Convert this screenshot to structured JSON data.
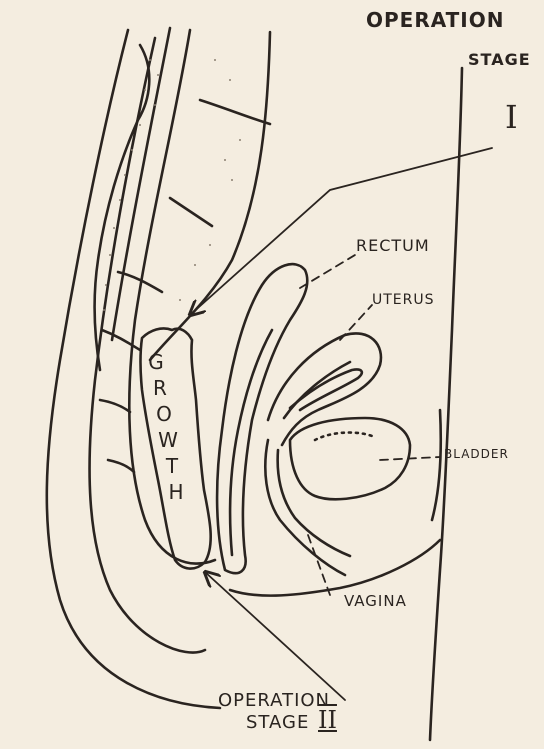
{
  "labels": {
    "operation_stage_1_line1": "OPERATION",
    "operation_stage_1_line2": "STAGE",
    "operation_stage_1_numeral": "I",
    "rectum": "RECTUM",
    "uterus": "UTERUS",
    "bladder": "BLADDER",
    "vagina": "VAGINA",
    "growth_letters": [
      "G",
      "R",
      "O",
      "W",
      "T",
      "H"
    ],
    "operation_stage_2_line1": "OPERATION",
    "operation_stage_2_line2": "STAGE",
    "operation_stage_2_numeral": "II"
  },
  "colors": {
    "paper": "#f4ede0",
    "ink": "#2a2420",
    "stipple": "#8a7f72"
  }
}
